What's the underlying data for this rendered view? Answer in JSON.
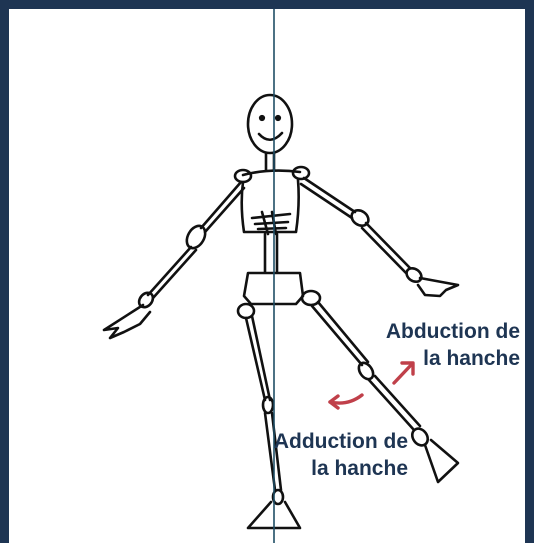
{
  "annotations": {
    "right_leg_label": [
      "Abduction de",
      "la hanche"
    ],
    "left_leg_label": [
      "Adduction de",
      "la hanche"
    ]
  },
  "colors": {
    "frame": "#1e3553",
    "midline": "#1f4e66",
    "sketch": "#111111",
    "arrow": "#c0404a",
    "text": "#1e3553"
  }
}
